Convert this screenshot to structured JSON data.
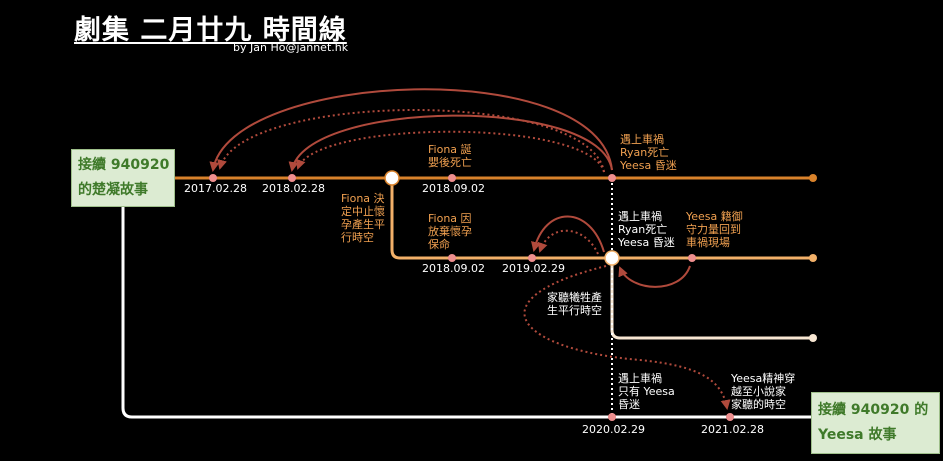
{
  "title": "劇集 二月廿九 時間線",
  "byline": "by Jan Ho@jannet.hk",
  "boxes": {
    "left": [
      "接續 940920",
      "的楚凝故事"
    ],
    "right": [
      "接續 940920 的",
      "Yeesa 故事"
    ]
  },
  "dates": {
    "d1": "2017.02.28",
    "d2": "2018.02.28",
    "d3": "2018.09.02",
    "d4": "2018.09.02",
    "d5": "2019.02.29",
    "d6": "2020.02.29",
    "d7": "2021.02.28"
  },
  "labels": {
    "top_accident": [
      "遇上車禍",
      "Ryan死亡",
      "Yeesa 昏迷"
    ],
    "fiona_birth": [
      "Fiona 誕",
      "嬰後死亡"
    ],
    "fiona_decide": [
      "Fiona 決",
      "定中止懷",
      "孕產生平",
      "行時空"
    ],
    "fiona_abandon": [
      "Fiona 因",
      "放棄懷孕",
      "保命"
    ],
    "mid_accident": [
      "遇上車禍",
      "Ryan死亡",
      "Yeesa 昏迷"
    ],
    "yeesa_return": [
      "Yeesa 籍御",
      "守力量回到",
      "車禍現場"
    ],
    "ka_teng": [
      "家聽犧牲產",
      "生平行時空"
    ],
    "bottom_accident": [
      "遇上車禍",
      "只有 Yeesa",
      "昏迷"
    ],
    "yeesa_soul": [
      "Yeesa精神穿",
      "越至小說家",
      "家聽的時空"
    ]
  },
  "colors": {
    "line1": "#d9822b",
    "line2": "#f2b069",
    "line3": "#f7e6d2",
    "line4": "#ffffff",
    "arc": "#b04a3c",
    "node": "#ef8f8f",
    "box_bg": "#dcebd2",
    "box_text": "#3f7a2a"
  }
}
